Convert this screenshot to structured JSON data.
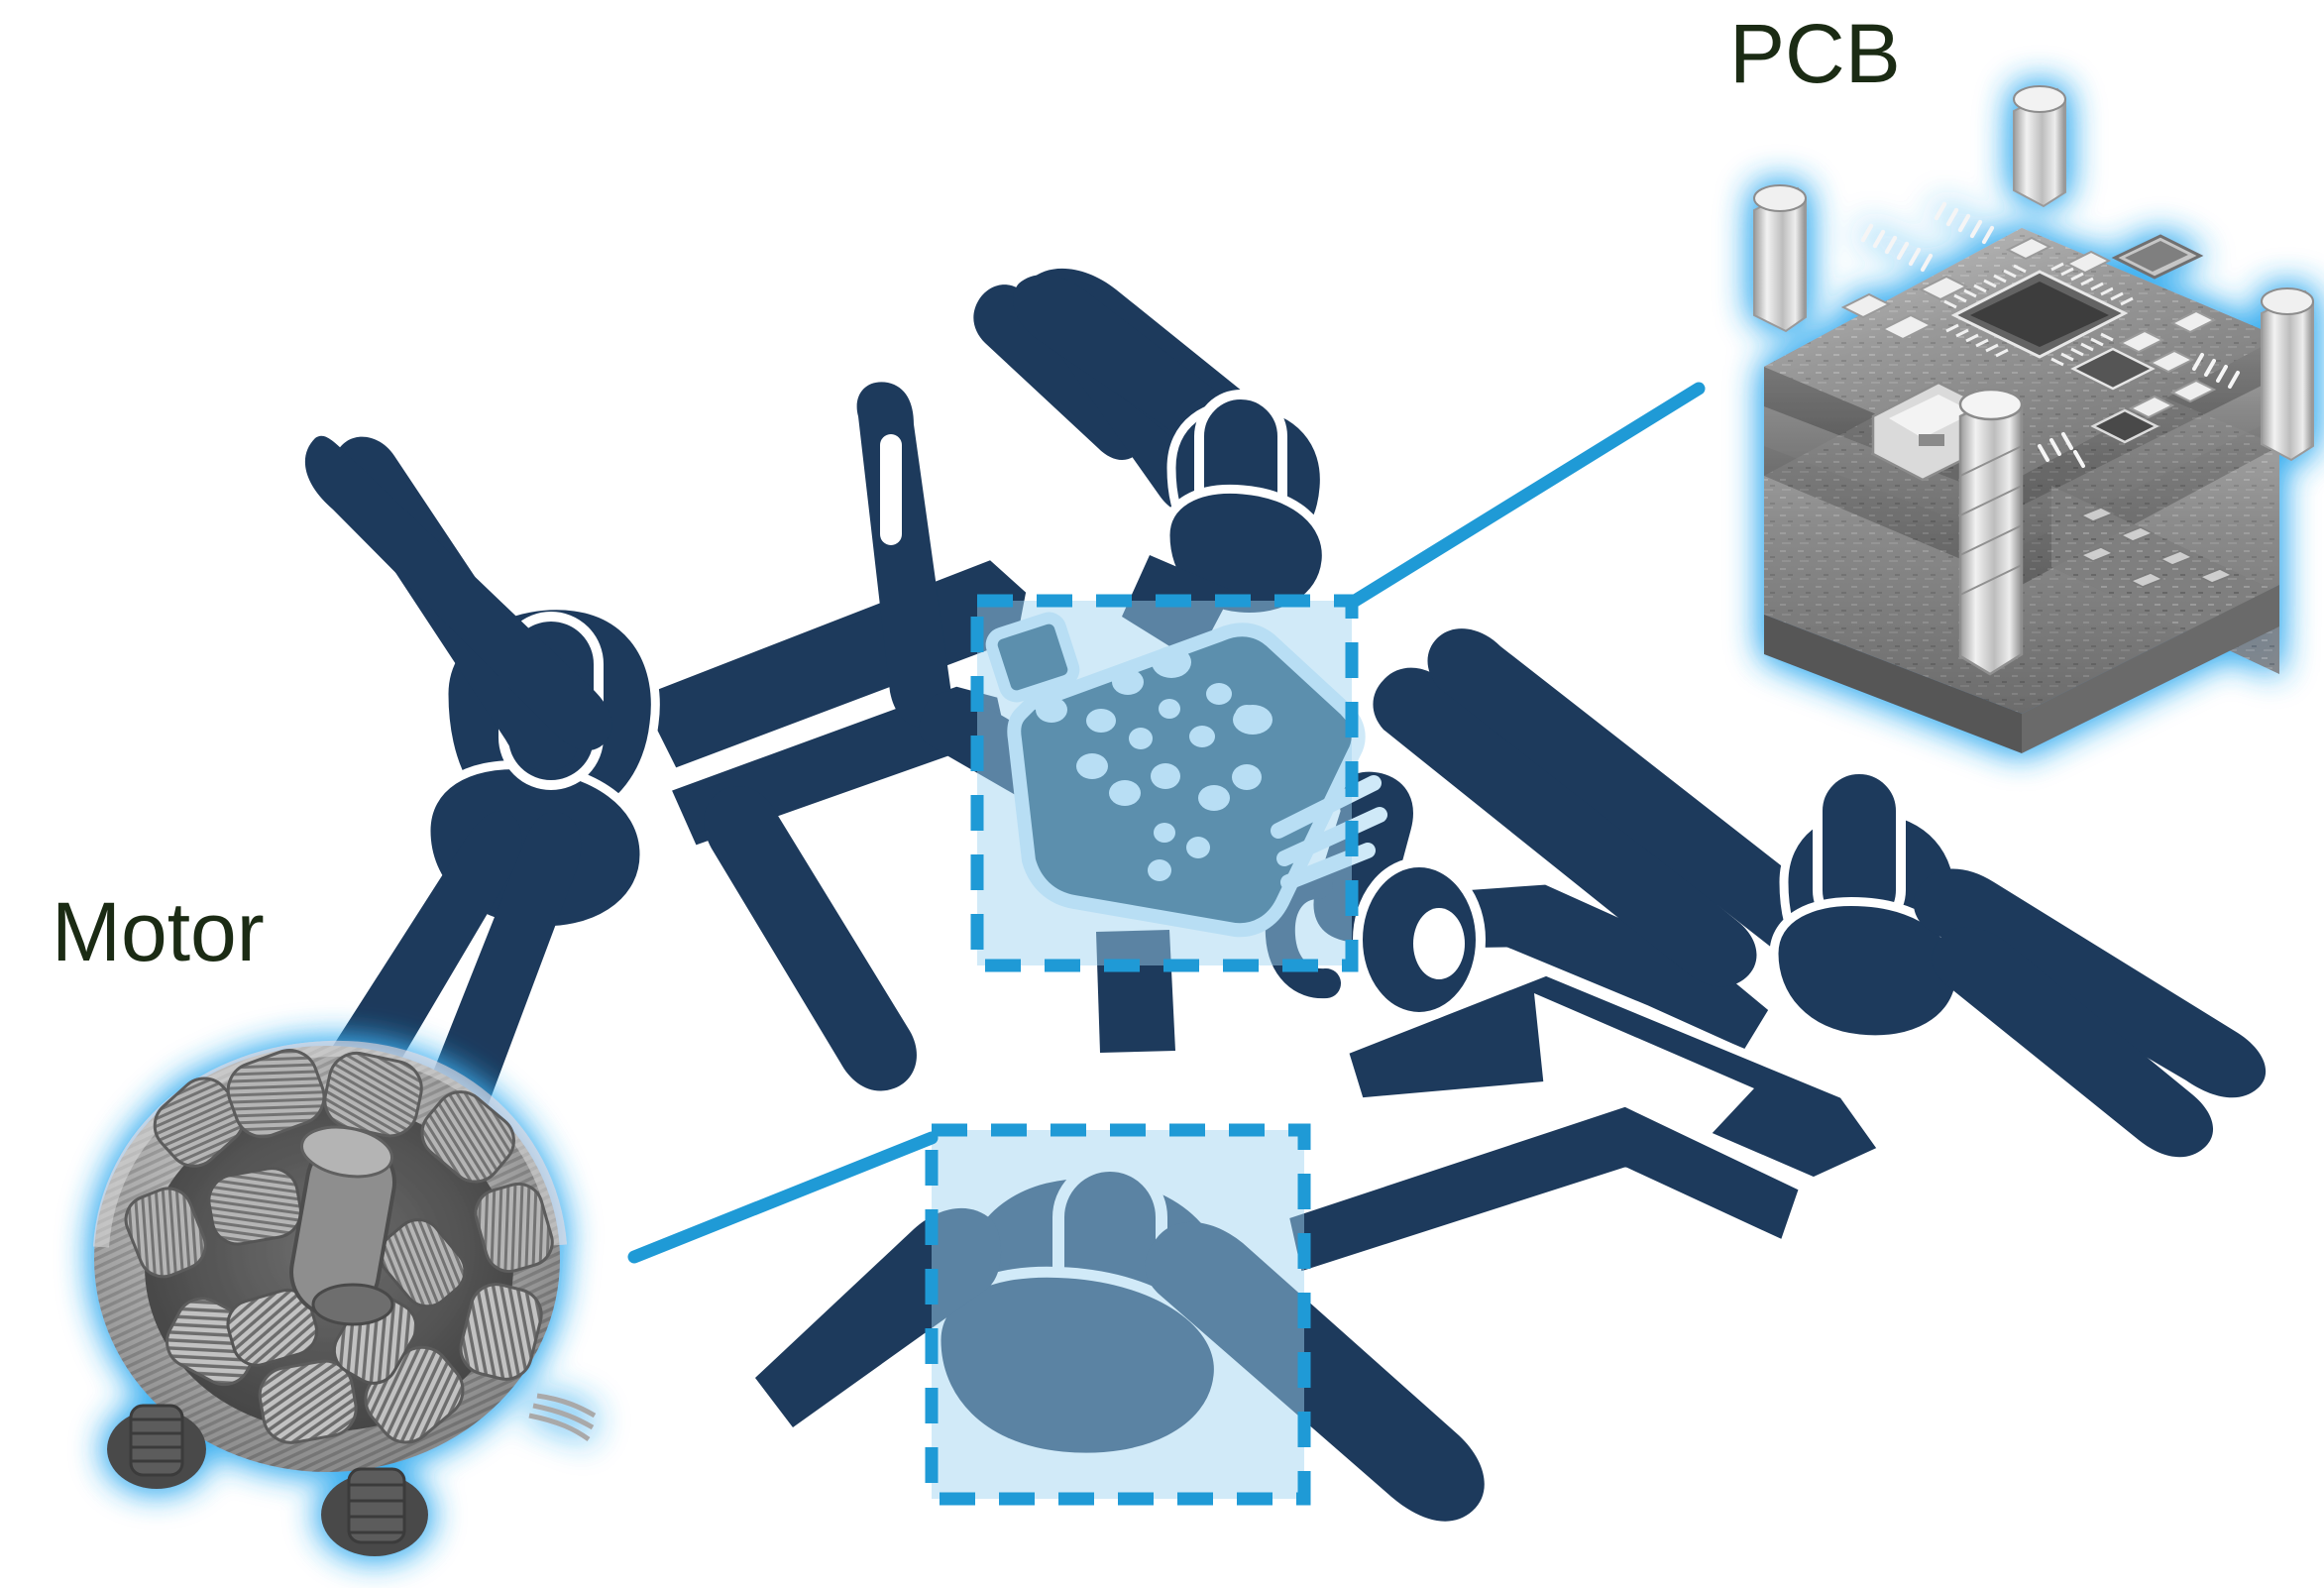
{
  "figure": {
    "kind": "annotated-diagram",
    "subject": "quadcopter-drone-exploded-callouts",
    "background_color": "#ffffff"
  },
  "callouts": [
    {
      "id": "pcb",
      "label": "PCB",
      "label_color": "#1b2b14",
      "scan_type": "ct-scan-grayscale",
      "glow_color": "#4db5ef",
      "leader_color": "#1f9ad6",
      "highlight_region": "center-hexagonal-flight-controller-body"
    },
    {
      "id": "motor",
      "label": "Motor",
      "label_color": "#1b2b14",
      "scan_type": "ct-scan-grayscale",
      "glow_color": "#4db5ef",
      "leader_color": "#1f9ad6",
      "highlight_region": "lower-rotor-motor-assembly"
    }
  ],
  "drone": {
    "body_color": "#1d3a5c",
    "accent_color": "#1f5170",
    "outline_color": "#ffffff",
    "highlight_fill": "#cce7f7",
    "highlight_border": "#1f9ad6",
    "dot_color": "#cfe9f8",
    "parts": [
      "propeller-blade",
      "rotor-hub",
      "motor-bell",
      "frame-arm",
      "center-hexagon-pcb",
      "camera-lens",
      "landing-skid"
    ]
  },
  "icons": {
    "pcb_scan": "pcb-stack-icon",
    "motor_scan": "motor-stator-icon",
    "dashed_box": "dashed-selection-box-icon",
    "leader_line": "leader-line-icon"
  }
}
